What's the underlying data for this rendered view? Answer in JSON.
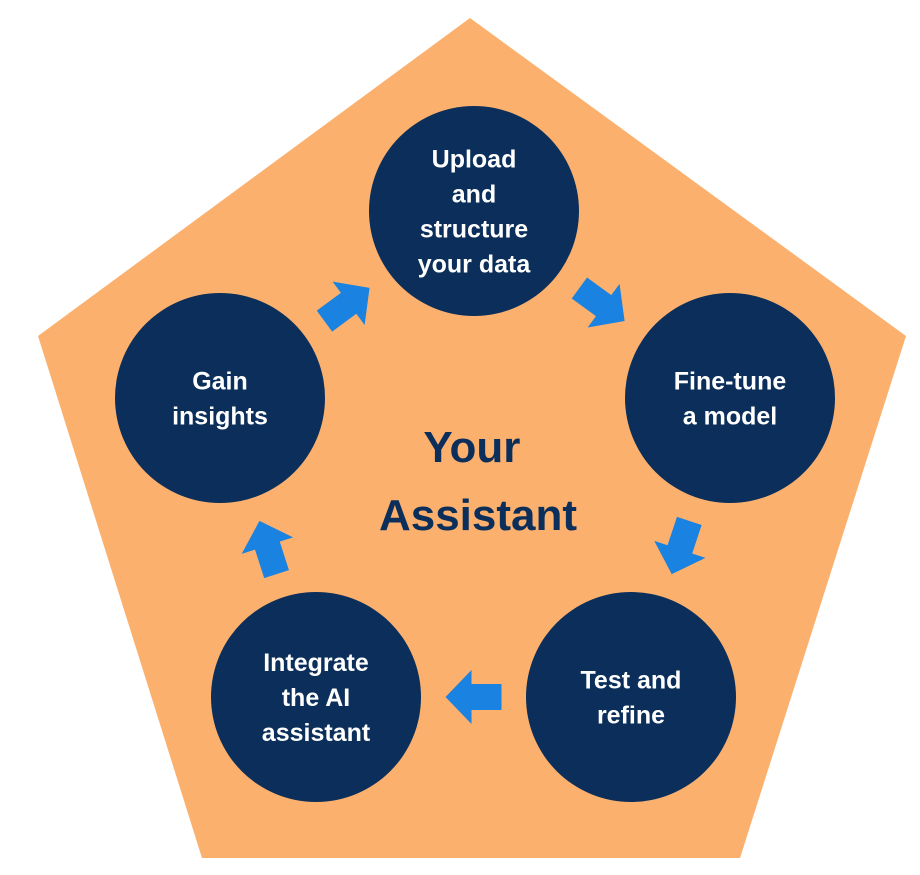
{
  "colors": {
    "background": "#ffffff",
    "pentagon_fill": "#fbb06d",
    "circle_fill": "#0b2f5a",
    "arrow_fill": "#1a82e0",
    "center_text": "#0b2f5a",
    "step_text": "#ffffff"
  },
  "center": {
    "lines": [
      "Your",
      "Assistant"
    ]
  },
  "steps": [
    {
      "id": "upload",
      "lines": [
        "Upload",
        "and",
        "structure",
        "your data"
      ]
    },
    {
      "id": "finetune",
      "lines": [
        "Fine-tune",
        "a model"
      ]
    },
    {
      "id": "test",
      "lines": [
        "Test and",
        "refine"
      ]
    },
    {
      "id": "integrate",
      "lines": [
        "Integrate",
        "the AI",
        "assistant"
      ]
    },
    {
      "id": "insights",
      "lines": [
        "Gain",
        "insights"
      ]
    }
  ],
  "arrows": [
    {
      "from": "upload",
      "to": "finetune"
    },
    {
      "from": "finetune",
      "to": "test"
    },
    {
      "from": "test",
      "to": "integrate"
    },
    {
      "from": "integrate",
      "to": "insights"
    },
    {
      "from": "insights",
      "to": "upload"
    }
  ]
}
